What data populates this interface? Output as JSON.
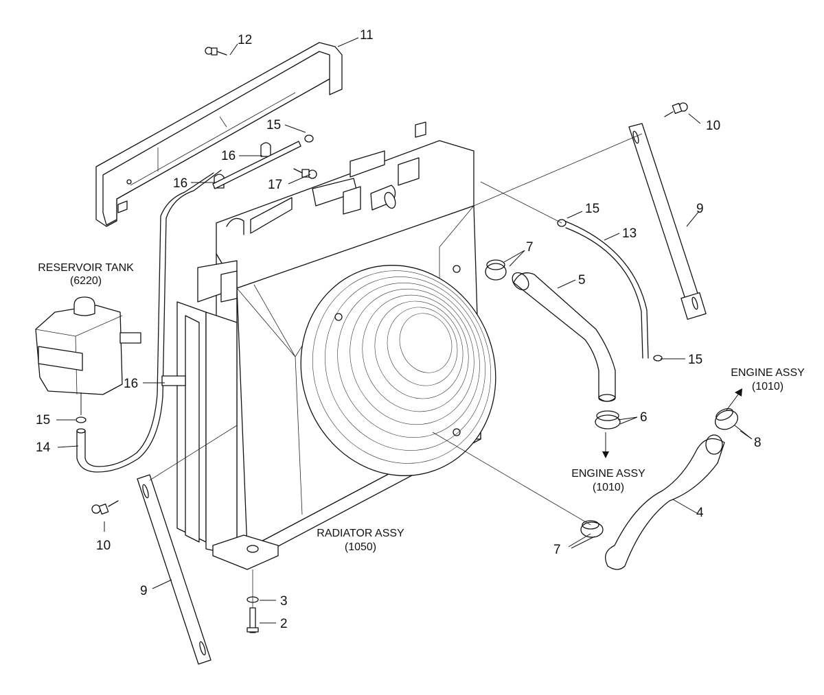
{
  "callouts": {
    "c12": "12",
    "c11": "11",
    "c10a": "10",
    "c10b": "10",
    "c15a": "15",
    "c15b": "15",
    "c15c": "15",
    "c15d": "15",
    "c16a": "16",
    "c16b": "16",
    "c16c": "16",
    "c17": "17",
    "c9a": "9",
    "c9b": "9",
    "c13": "13",
    "c7a": "7",
    "c7b": "7",
    "c5": "5",
    "c6": "6",
    "c8": "8",
    "c4": "4",
    "c14": "14",
    "c3": "3",
    "c2": "2"
  },
  "captions": {
    "reservoir_title": "RESERVOIR TANK",
    "reservoir_code": "(6220)",
    "radiator_title": "RADIATOR ASSY",
    "radiator_code": "(1050)",
    "engine_left_title": "ENGINE ASSY",
    "engine_left_code": "(1010)",
    "engine_right_title": "ENGINE ASSY",
    "engine_right_code": "(1010)"
  }
}
